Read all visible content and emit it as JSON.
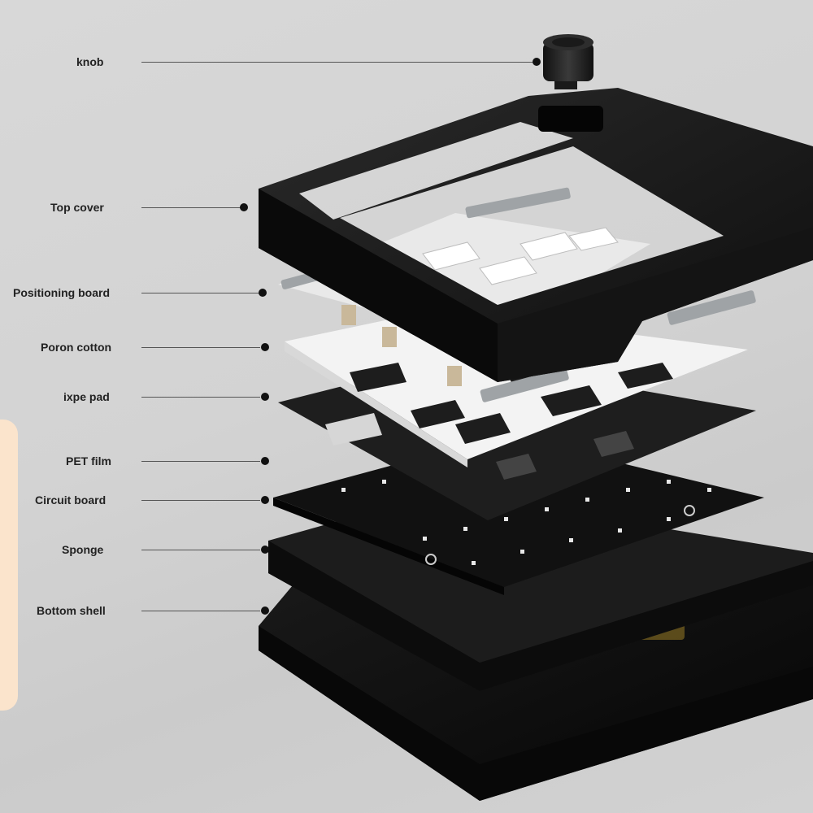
{
  "diagram": {
    "callouts": [
      {
        "id": "knob",
        "label": "knob"
      },
      {
        "id": "top-cover",
        "label": "Top cover"
      },
      {
        "id": "positioning-board",
        "label": "Positioning board"
      },
      {
        "id": "poron-cotton",
        "label": "Poron cotton"
      },
      {
        "id": "ixpe-pad",
        "label": "ixpe pad"
      },
      {
        "id": "pet-film",
        "label": "PET film"
      },
      {
        "id": "circuit-board",
        "label": "Circuit board"
      },
      {
        "id": "sponge",
        "label": "Sponge"
      },
      {
        "id": "bottom-shell",
        "label": "Bottom shell"
      }
    ]
  }
}
